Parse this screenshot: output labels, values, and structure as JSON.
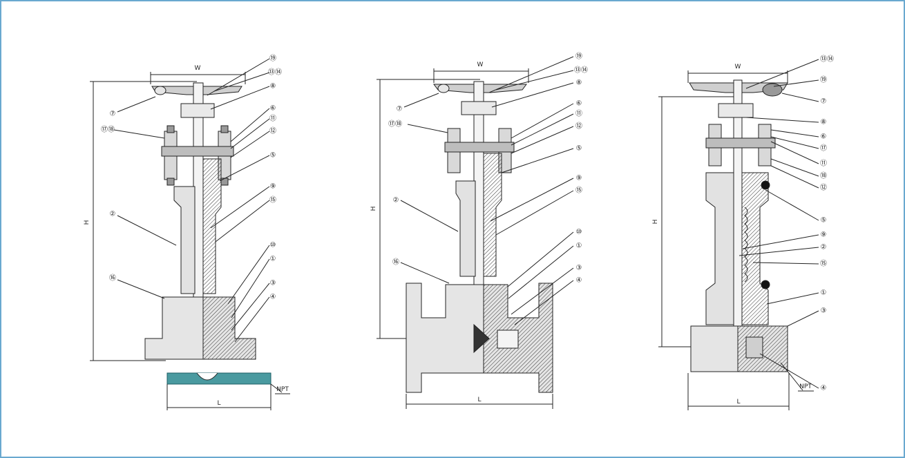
{
  "border_color": "#6aa8cf",
  "line_color": "#222222",
  "teal_fill": "#4a9aa0",
  "drawings": [
    {
      "dims": {
        "w": "W",
        "h": "H",
        "l": "L",
        "npt": "NPT"
      },
      "callouts": [
        "⑲",
        "⑬⑭",
        "⑧",
        "⑥",
        "⑪",
        "⑫",
        "⑤",
        "⑨",
        "⑮",
        "⑩",
        "①",
        "③",
        "④",
        "⑦",
        "⑰⑱",
        "②",
        "⑯"
      ]
    },
    {
      "dims": {
        "w": "W",
        "h": "H",
        "l": "L"
      },
      "callouts": [
        "⑲",
        "⑬⑭",
        "⑧",
        "⑥",
        "⑪",
        "⑫",
        "⑤",
        "⑨",
        "⑮",
        "⑩",
        "①",
        "③",
        "④",
        "⑦",
        "⑰⑱",
        "②",
        "⑯"
      ]
    },
    {
      "dims": {
        "w": "W",
        "h": "H",
        "l": "L",
        "npt": "NPT"
      },
      "callouts": [
        "⑬⑭",
        "⑲",
        "⑦",
        "⑧",
        "⑥",
        "⑰",
        "⑪",
        "⑱",
        "⑫",
        "⑤",
        "⑨",
        "②",
        "⑮",
        "①",
        "③",
        "④"
      ]
    }
  ]
}
